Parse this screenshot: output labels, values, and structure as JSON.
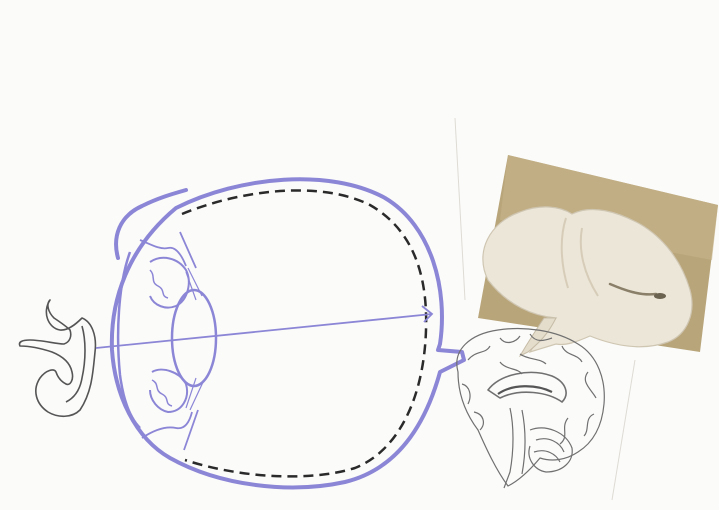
{
  "diagram": {
    "colors": {
      "background": "#fbfbfa",
      "eye_outline": "#8c86d6",
      "retina_dashes": "#2a2a2a",
      "line_art": "#555555",
      "photo_paper": "#b9a57a",
      "sculpture": "#ece6d8"
    },
    "parts": [
      "ventricle-sketch",
      "eye-cross-section",
      "visual-axis-line",
      "brain-sagittal-drawing",
      "ventricle-sculpture-photo"
    ]
  }
}
